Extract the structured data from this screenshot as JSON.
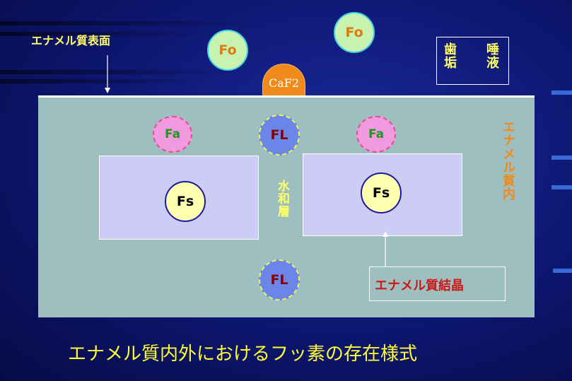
{
  "title": "エナメル質内外におけるフッ素の存在様式",
  "enamel_surface_label": "エナメル質表面",
  "enamel_interior_label": "エナメル質内",
  "hydration_layer_label": "水和層",
  "crystal_label": "エナメル質結晶",
  "legend": {
    "col1": "歯垢",
    "col2": "唾液"
  },
  "caf2_label": "CaF2",
  "fo_label": "Fo",
  "fa_label": "Fa",
  "fl_label": "FL",
  "fs_label": "Fs",
  "colors": {
    "background": "#0d1670",
    "enamel": "#9ebfbf",
    "crystal": "#ccccf4",
    "title": "#ffff33",
    "caf2": "#f08a1a"
  }
}
